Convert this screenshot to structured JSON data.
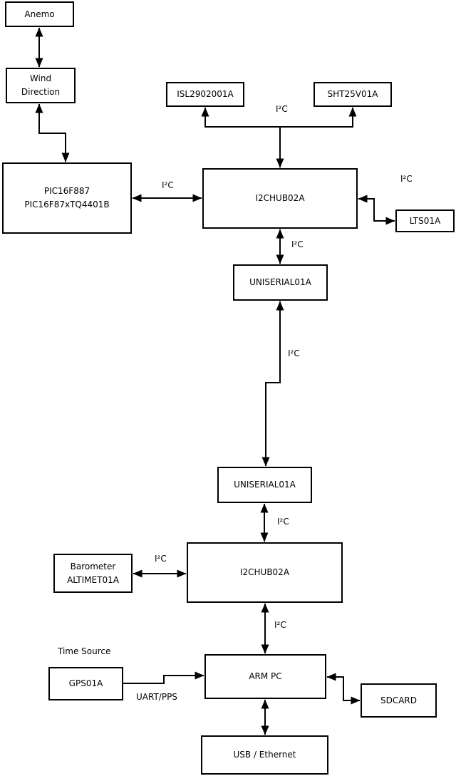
{
  "diagram": {
    "description": "Weather-station hardware block diagram",
    "colors": {
      "background": "#ffffff",
      "box_fill": "#ffffff",
      "box_border": "#000000",
      "text": "#000000",
      "wire": "#000000"
    },
    "nodes": {
      "anemo": {
        "label": "Anemo"
      },
      "wind_direction": {
        "label": "Wind\nDirection"
      },
      "pic": {
        "label": "PIC16F887\nPIC16F87xTQ4401B"
      },
      "isl": {
        "label": "ISL2902001A"
      },
      "sht": {
        "label": "SHT25V01A"
      },
      "hub1": {
        "label": "I2CHUB02A"
      },
      "lts": {
        "label": "LTS01A"
      },
      "uniserial1": {
        "label": "UNISERIAL01A"
      },
      "uniserial2": {
        "label": "UNISERIAL01A"
      },
      "hub2": {
        "label": "I2CHUB02A"
      },
      "barometer": {
        "label": "Barometer\nALTIMET01A"
      },
      "gps": {
        "label": "GPS01A"
      },
      "arm_pc": {
        "label": "ARM PC"
      },
      "sdcard": {
        "label": "SDCARD"
      },
      "usb_ethernet": {
        "label": "USB / Ethernet"
      }
    },
    "edge_labels": {
      "i2c_pic_hub1": "I²C",
      "i2c_sensor_bus": "I²C",
      "i2c_lts": "I²C",
      "i2c_hub1_uniserial1": "I²C",
      "i2c_uniserial_link": "I²C",
      "i2c_uniserial2_hub2": "I²C",
      "i2c_barometer": "I²C",
      "i2c_hub2_armpc": "I²C",
      "time_source": "Time Source",
      "uart_pps": "UART/PPS"
    }
  }
}
